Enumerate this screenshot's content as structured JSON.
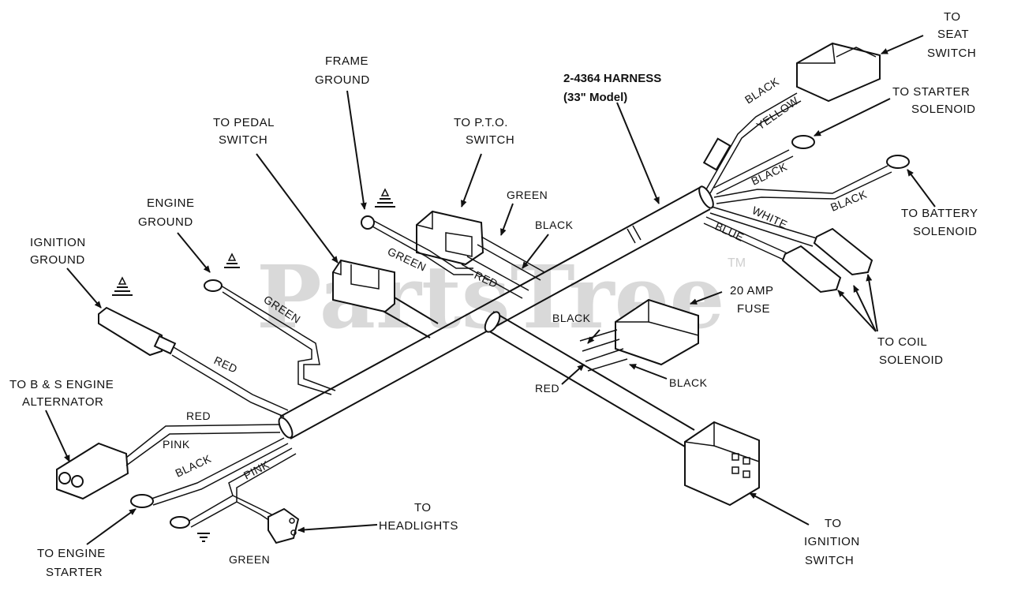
{
  "watermark": {
    "text": "PartsTree",
    "tm": "TM"
  },
  "labels": {
    "frame_ground": [
      "FRAME",
      "GROUND"
    ],
    "pedal_switch": [
      "TO PEDAL",
      "SWITCH"
    ],
    "pto_switch": [
      "TO P.T.O.",
      "SWITCH"
    ],
    "engine_ground": [
      "ENGINE",
      "GROUND"
    ],
    "ignition_ground": [
      "IGNITION",
      "GROUND"
    ],
    "harness": [
      "2-4364 HARNESS",
      "(33\" Model)"
    ],
    "seat_switch": [
      "TO",
      "SEAT",
      "SWITCH"
    ],
    "starter_solenoid": [
      "TO STARTER",
      "SOLENOID"
    ],
    "battery_solenoid": [
      "TO BATTERY",
      "SOLENOID"
    ],
    "coil_solenoid": [
      "TO COIL",
      "SOLENOID"
    ],
    "fuse": [
      "20 AMP",
      "FUSE"
    ],
    "alternator": [
      "TO B & S  ENGINE",
      "ALTERNATOR"
    ],
    "engine_starter": [
      "TO ENGINE",
      "STARTER"
    ],
    "headlights": [
      "TO",
      "HEADLIGHTS"
    ],
    "ignition_switch": [
      "TO",
      "IGNITION",
      "SWITCH"
    ]
  },
  "wire_labels": {
    "green_pto": "GREEN",
    "black_pto": "BLACK",
    "green_frame": "GREEN",
    "red_pto": "RED",
    "green_engine": "GREEN",
    "red_ignition": "RED",
    "black_seat": "BLACK",
    "yellow_seat": "YELLOW",
    "black_starter": "BLACK",
    "black_battery": "BLACK",
    "white_coil": "WHITE",
    "blue_coil": "BLUE",
    "black_fuse_top": "BLACK",
    "black_fuse_bottom": "BLACK",
    "red_fuse": "RED",
    "red_alt": "RED",
    "pink_alt": "PINK",
    "black_starter_eng": "BLACK",
    "pink_head": "PINK",
    "green_head": "GREEN"
  }
}
